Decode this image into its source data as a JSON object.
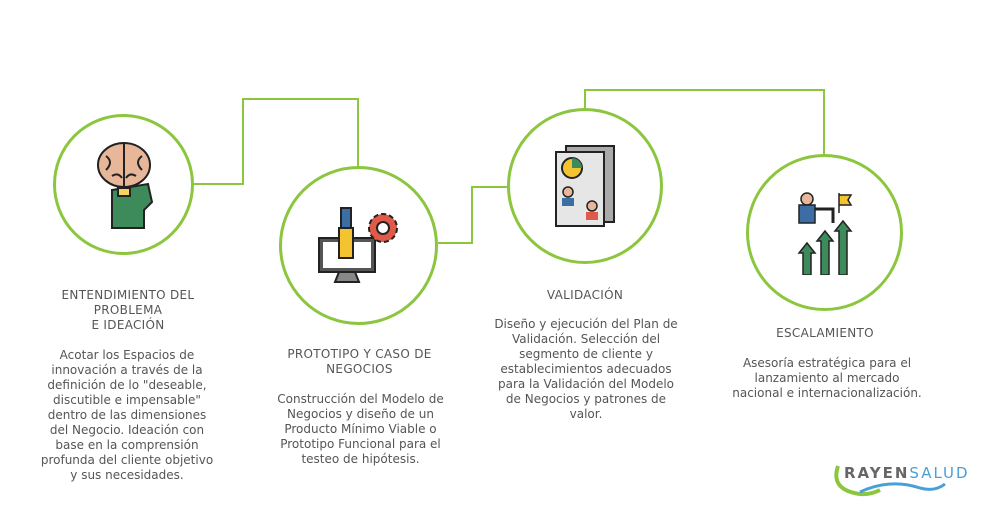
{
  "steps": [
    {
      "title": "ENTENDIMIENTO DEL PROBLEMA\nE IDEACIÓN",
      "title_lines": [
        "ENTENDIMIENTO DEL",
        "PROBLEMA",
        "E IDEACIÓN"
      ],
      "description": "Acotar los Espacios de innovación a través de la definición de lo \"deseable, discutible e impensable\" dentro de las dimensiones del Negocio. Ideación con base en la comprensión profunda del cliente objetivo y sus necesidades.",
      "icon": "brain-head-icon"
    },
    {
      "title_lines": [
        "PROTOTIPO Y CASO DE",
        "NEGOCIOS"
      ],
      "description": "Construcción del Modelo de Negocios y diseño de un Producto Mínimo Viable o Prototipo Funcional para el testeo de hipótesis.",
      "icon": "prototype-tools-icon"
    },
    {
      "title_lines": [
        "VALIDACIÓN"
      ],
      "description": "Diseño y ejecución del Plan de Validación. Selección del segmento de cliente y establecimientos adecuados para la Validación del Modelo de Negocios y patrones de valor.",
      "icon": "report-document-icon"
    },
    {
      "title_lines": [
        "ESCALAMIENTO"
      ],
      "description": "Asesoría estratégica para el lanzamiento al mercado nacional e internacionalización.",
      "icon": "growth-arrows-icon"
    }
  ],
  "logo": {
    "part1": "RAYEN",
    "part2": "SALUD"
  },
  "colors": {
    "accent": "#8cc63f",
    "text": "#555555",
    "logo_blue": "#4a9fd8"
  }
}
